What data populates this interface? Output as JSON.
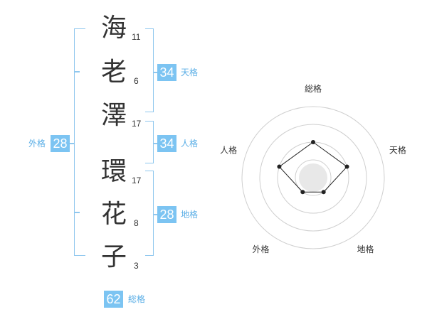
{
  "name": {
    "chars": [
      {
        "kanji": "海",
        "strokes": "11"
      },
      {
        "kanji": "老",
        "strokes": "6"
      },
      {
        "kanji": "澤",
        "strokes": "17"
      },
      {
        "kanji": "環",
        "strokes": "17"
      },
      {
        "kanji": "花",
        "strokes": "8"
      },
      {
        "kanji": "子",
        "strokes": "3"
      }
    ]
  },
  "fortune": {
    "tenkaku": {
      "value": "34",
      "label": "天格"
    },
    "jinkaku": {
      "value": "34",
      "label": "人格"
    },
    "chikaku": {
      "value": "28",
      "label": "地格"
    },
    "gaikaku": {
      "value": "28",
      "label": "外格"
    },
    "soukaku": {
      "value": "62",
      "label": "総格"
    }
  },
  "radar": {
    "axes": [
      "総格",
      "天格",
      "地格",
      "外格",
      "人格"
    ],
    "levels": 4,
    "values": [
      2,
      2,
      1,
      1,
      2
    ],
    "max": 5
  },
  "colors": {
    "accent": "#7cc4f2",
    "bracket": "#8fc7ee",
    "label": "#5aaee6"
  }
}
